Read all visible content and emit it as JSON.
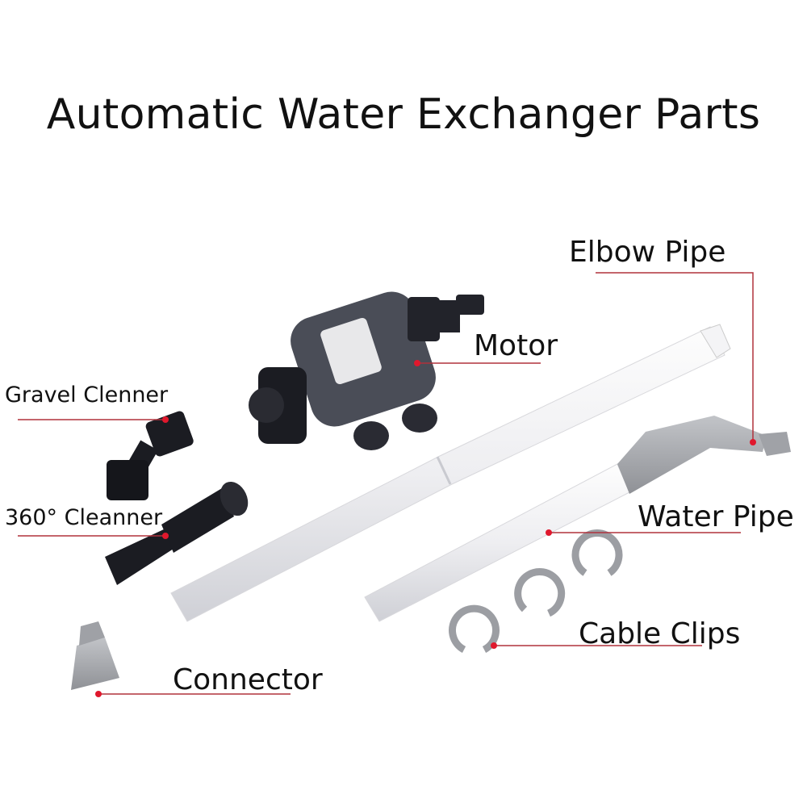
{
  "title": "Automatic Water Exchanger Parts",
  "labels": {
    "elbow_pipe": "Elbow Pipe",
    "motor": "Motor",
    "gravel_cleaner": "Gravel Clenner",
    "cleaner_360": "360° Cleanner",
    "water_pipe": "Water Pipe",
    "cable_clips": "Cable Clips",
    "connector": "Connector"
  },
  "colors": {
    "leader_line": "#b0323c",
    "leader_dot": "#e0182d",
    "pipe": "#eeeef0",
    "motor": "#4a4d57",
    "black_part": "#1b1c22",
    "grey_part": "#a3a5aa"
  }
}
